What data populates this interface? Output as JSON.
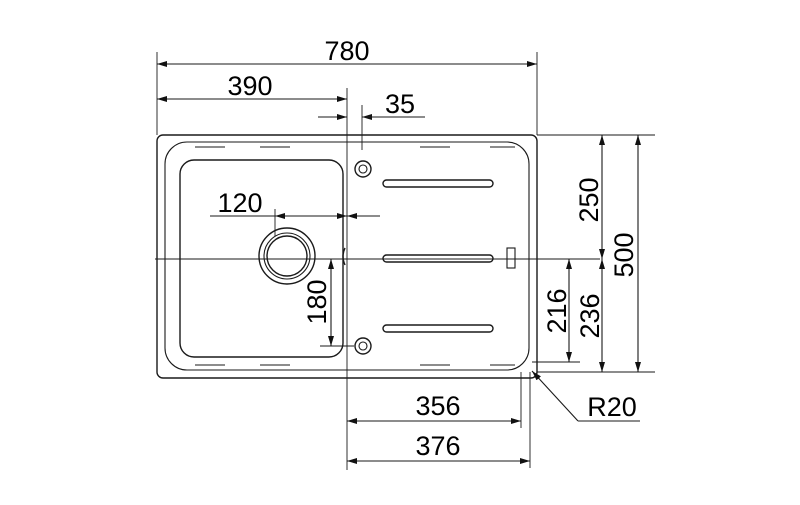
{
  "dimensions": {
    "overall_width": "780",
    "half_width": "390",
    "tap_offset": "35",
    "waste_offset": "120",
    "waste_to_corner": "180",
    "upper_height": "250",
    "total_height": "500",
    "lower_height_a": "216",
    "lower_height_b": "236",
    "drainer_width_a": "356",
    "drainer_width_b": "376",
    "corner_radius": "R20"
  }
}
